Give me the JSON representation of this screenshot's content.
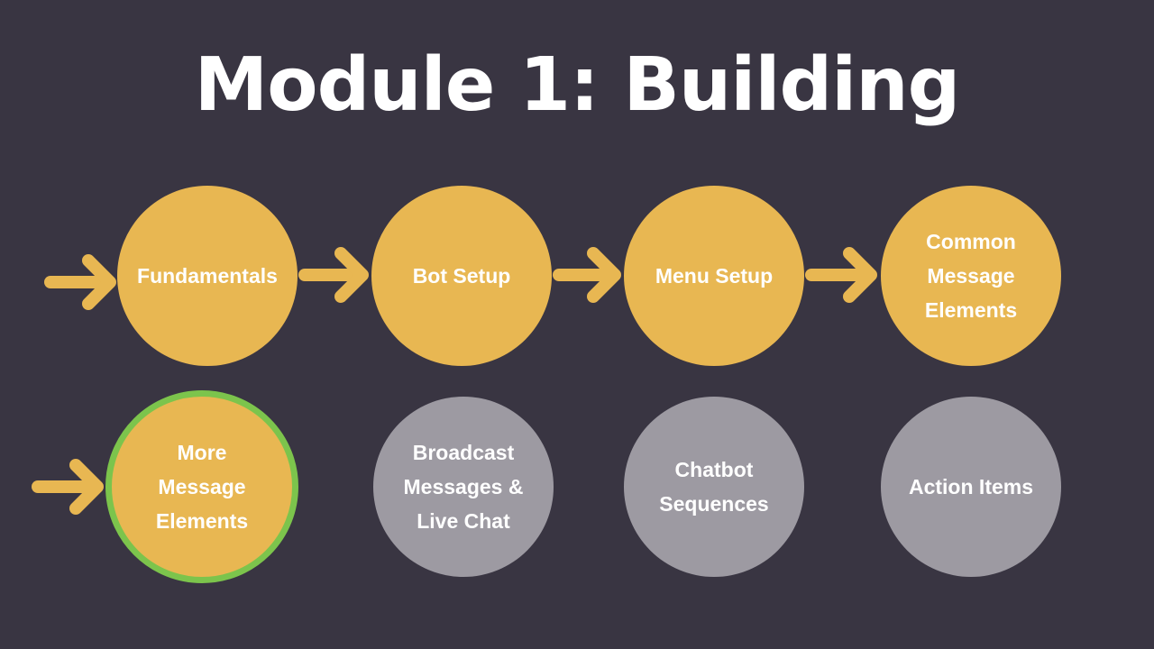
{
  "title": "Module 1: Building",
  "colors": {
    "background": "#393542",
    "completed": "#e8b752",
    "upcoming": "#9d9aa2",
    "current_ring": "#7cc44c",
    "text": "#ffffff"
  },
  "steps": [
    {
      "label": "Fundamentals",
      "status": "completed"
    },
    {
      "label": "Bot Setup",
      "status": "completed"
    },
    {
      "label": "Menu Setup",
      "status": "completed"
    },
    {
      "label": "Common\nMessage\nElements",
      "status": "completed"
    },
    {
      "label": "More\nMessage\nElements",
      "status": "current"
    },
    {
      "label": "Broadcast\nMessages &\nLive Chat",
      "status": "upcoming"
    },
    {
      "label": "Chatbot\nSequences",
      "status": "upcoming"
    },
    {
      "label": "Action Items",
      "status": "upcoming"
    }
  ]
}
